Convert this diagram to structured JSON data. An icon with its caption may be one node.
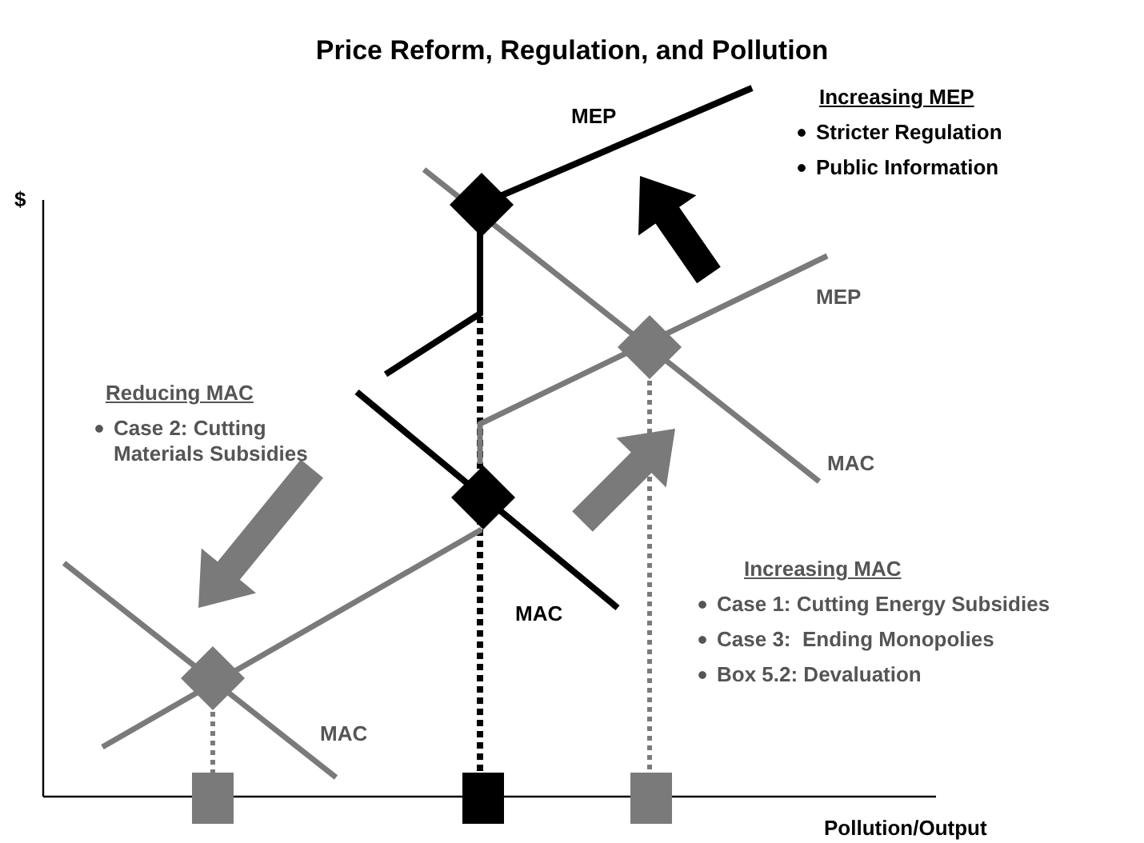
{
  "diagram": {
    "title": "Price Reform, Regulation, and Pollution",
    "labels": [
      "MEP",
      "Increasing MEP",
      "Stricter Regulation",
      "Public Information",
      "$",
      "MEP",
      "Reducing MAC",
      "Case 2: Cutting Materials Subsidies",
      "MAC",
      "MAC",
      "Increasing MAC",
      "Case 1: Cutting Energy Subsidies",
      "Case 3:  Ending Monopolies",
      "Box 5.2: Devaluation",
      "MAC",
      "Pollution/Output"
    ]
  }
}
